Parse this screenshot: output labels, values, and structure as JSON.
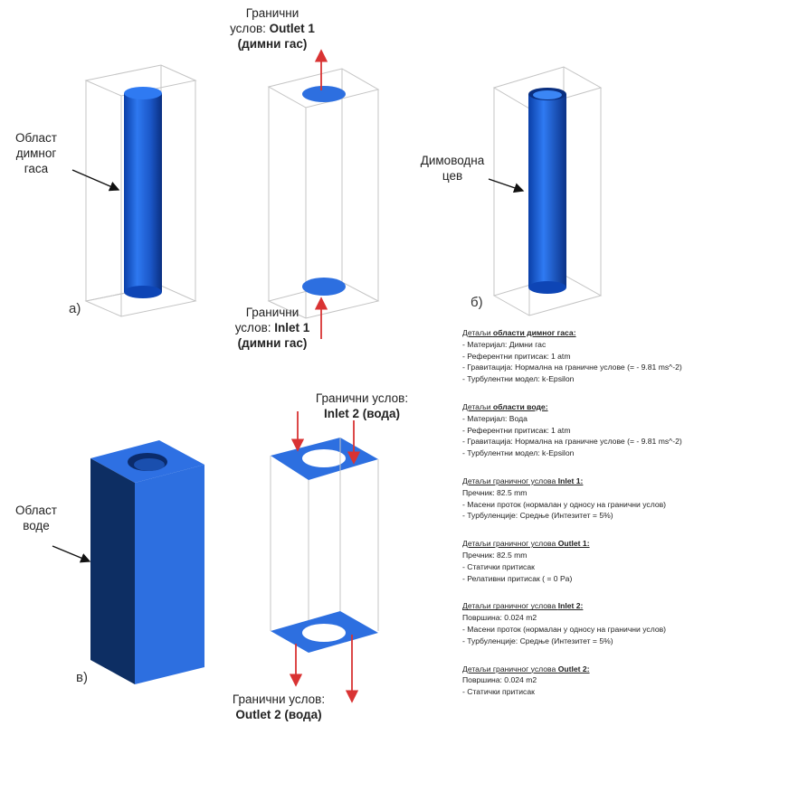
{
  "colors": {
    "blue": "#2D6FE0",
    "blue_dark": "#0D2E63",
    "arrow_red": "#D93333",
    "box_line": "#BFBFBF"
  },
  "labels": {
    "gas_region": [
      "Област",
      "димног",
      "гаса"
    ],
    "outlet1": {
      "line1": "Гранични",
      "line2_prefix": "услов: ",
      "line2_bold": "Outlet 1",
      "line3": "(димни гас)"
    },
    "inlet1": {
      "line1": "Гранични",
      "line2_prefix": "услов: ",
      "line2_bold": "Inlet 1",
      "line3": "(димни гас)"
    },
    "flue_pipe": [
      "Димоводна",
      "цев"
    ],
    "inlet2": {
      "line1": "Гранични услов:",
      "line2": "Inlet 2 (вода)"
    },
    "water_region": [
      "Област",
      "воде"
    ],
    "outlet2": {
      "line1": "Гранични услов:",
      "line2": "Outlet 2 (вода)"
    }
  },
  "panels": {
    "a": "а)",
    "b": "б)",
    "c": "в)"
  },
  "details": [
    {
      "heading_prefix": "Детаљи ",
      "heading_bold": "области димног гаса:",
      "lines": [
        "- Материјал: Димни гас",
        "- Референтни притисак: 1 atm",
        "- Гравитација: Нормална на граничне услове (= - 9.81 ms^-2)",
        "- Турбулентни модел: k-Epsilon"
      ]
    },
    {
      "heading_prefix": "Детаљи ",
      "heading_bold": "области воде:",
      "lines": [
        "- Материјал: Вода",
        "- Референтни притисак: 1 atm",
        "- Гравитација: Нормална на граничне услове (= - 9.81 ms^-2)",
        "- Турбулентни модел: k-Epsilon"
      ]
    },
    {
      "heading_prefix": "Детаљи граничног услова ",
      "heading_bold": "Inlet 1:",
      "lines": [
        "Пречник: 82.5 mm",
        "- Масени проток (нормалан у односу на гранични услов)",
        "- Турбуленције: Средње (Интезитет = 5%)"
      ]
    },
    {
      "heading_prefix": "Детаљи граничног услова ",
      "heading_bold": "Outlet 1:",
      "lines": [
        "Пречник: 82.5 mm",
        "- Статички притисак",
        "- Релативни притисак ( = 0 Pa)"
      ]
    },
    {
      "heading_prefix": "Детаљи граничног услова ",
      "heading_bold": "Inlet 2:",
      "lines": [
        "Површина: 0.024 m2",
        "- Масени проток (нормалан у односу на гранични услов)",
        "- Турбуленције: Средње (Интезитет = 5%)"
      ]
    },
    {
      "heading_prefix": "Детаљи граничног услова ",
      "heading_bold": "Outlet 2:",
      "lines": [
        "Површина: 0.024 m2",
        "- Статички притисак"
      ]
    }
  ]
}
